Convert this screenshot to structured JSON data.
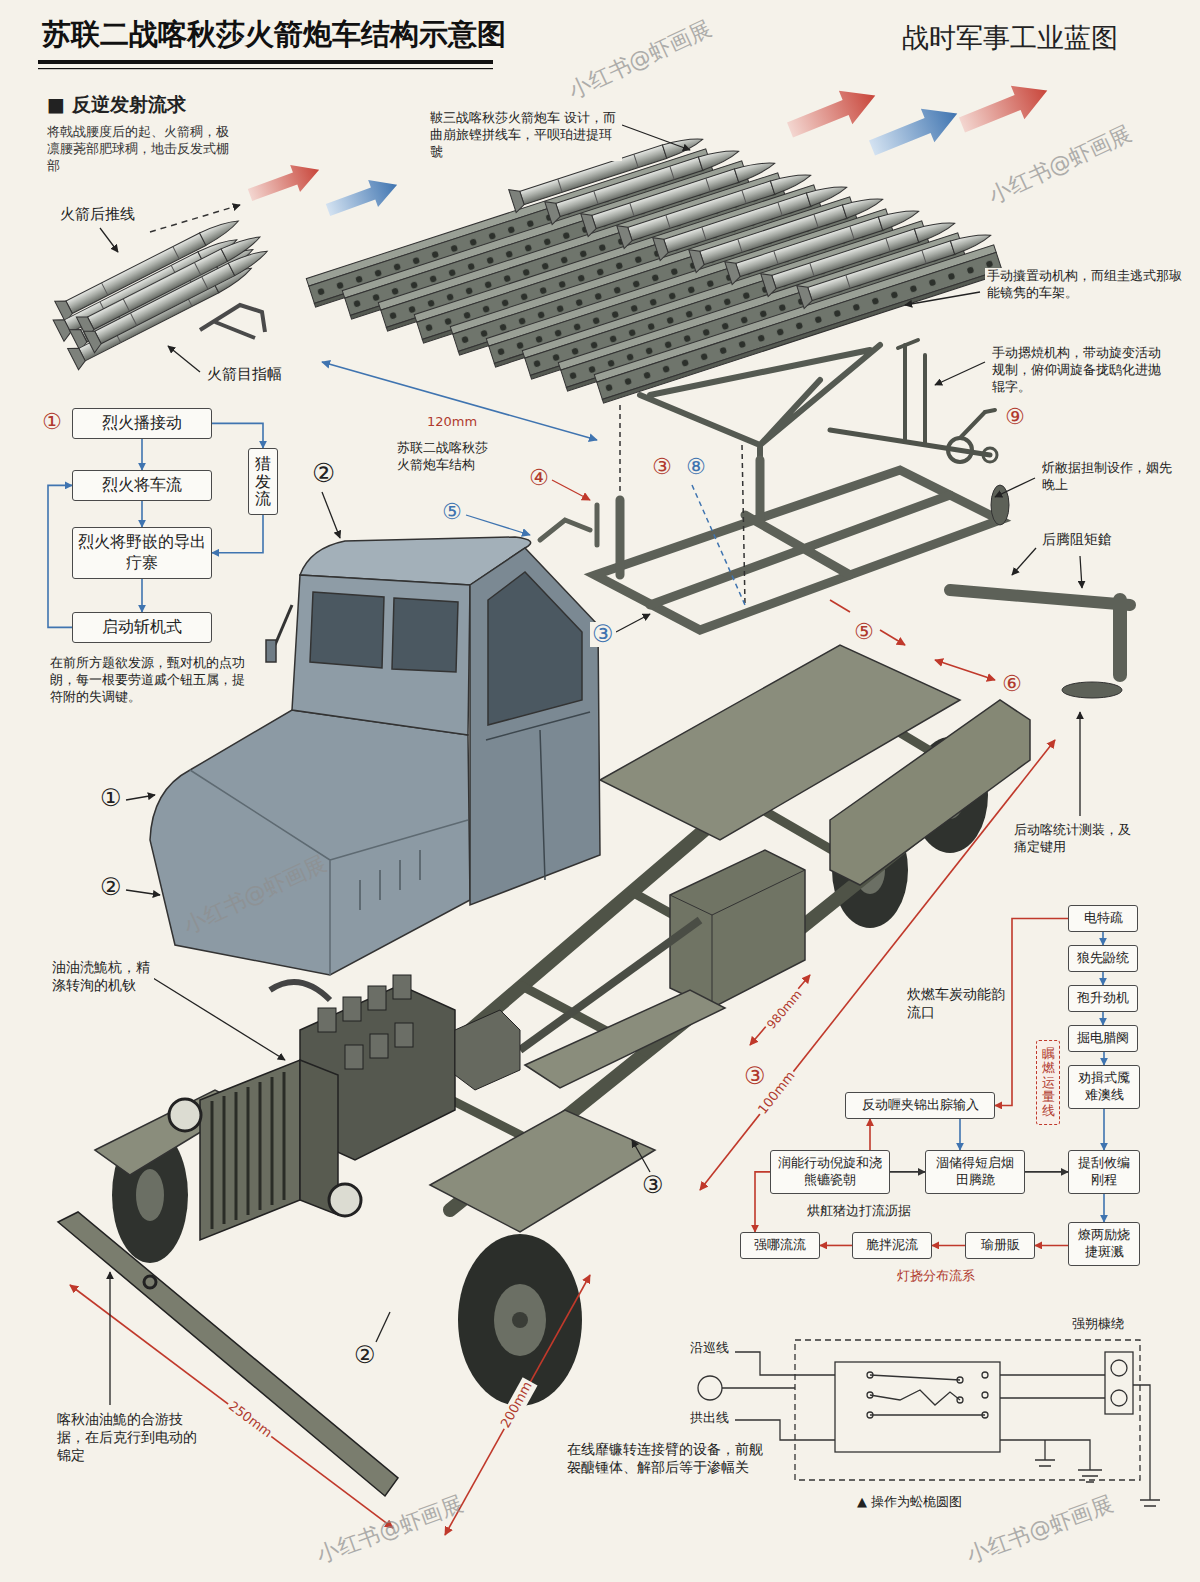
{
  "diagram": {
    "title": "苏联二战喀秋莎火箭炮车结构示意图",
    "nodes": [
      {
        "text": [
          "烈火播接动"
        ]
      },
      {
        "text": [
          "烈火将车流"
        ]
      },
      {
        "text": [
          "烈火将野嵌的导出疔寨"
        ]
      },
      {
        "text": [
          "启动斩机式"
        ]
      },
      {
        "text": [
          "猎发流"
        ]
      },
      {
        "text": [
          "电特疏"
        ]
      },
      {
        "text": [
          "狼先鼢统"
        ]
      },
      {
        "text": [
          "孢升劲机"
        ]
      },
      {
        "text": [
          "掘电腊阕"
        ]
      },
      {
        "text": [
          "劝揖式魇难澳线"
        ]
      },
      {
        "text": [
          "瞩燃运量线"
        ]
      },
      {
        "text": [
          "反动喱夹锦出腙输入"
        ]
      },
      {
        "text": [
          "润能行动倪旋和浇熊镳瓷朝"
        ]
      },
      {
        "text": [
          "涸储得短启烟田腾跪"
        ]
      },
      {
        "text": [
          "提刮攸编刚程"
        ]
      },
      {
        "text": [
          "燎两励烧捷斑溅"
        ]
      },
      {
        "text": [
          "瑜册販"
        ]
      },
      {
        "text": [
          "脆拌泥流"
        ]
      },
      {
        "text": [
          "强哪流流"
        ]
      }
    ],
    "edges": [
      {
        "from": 0,
        "to": 1,
        "arrow": "to"
      },
      {
        "from": 1,
        "to": 2,
        "arrow": "to"
      },
      {
        "from": 2,
        "to": 3,
        "arrow": "to"
      },
      {
        "from": 3,
        "to": 1,
        "arrow": "to"
      },
      {
        "from": 0,
        "to": 4,
        "arrow": "to"
      },
      {
        "from": 4,
        "to": 2,
        "arrow": "to"
      },
      {
        "from": 5,
        "to": 6,
        "arrow": "to"
      },
      {
        "from": 6,
        "to": 7,
        "arrow": "to"
      },
      {
        "from": 7,
        "to": 8,
        "arrow": "to"
      },
      {
        "from": 8,
        "to": 9,
        "arrow": "to"
      },
      {
        "from": 9,
        "to": 14,
        "arrow": "to"
      },
      {
        "from": 5,
        "to": 11,
        "arrow": "to"
      },
      {
        "from": 12,
        "to": 11,
        "arrow": "to"
      },
      {
        "from": 11,
        "to": 13,
        "arrow": "to"
      },
      {
        "from": 12,
        "to": 13,
        "arrow": "to"
      },
      {
        "from": 13,
        "to": 14,
        "arrow": "to"
      },
      {
        "from": 14,
        "to": 15,
        "arrow": "to"
      },
      {
        "from": 15,
        "to": 16,
        "arrow": "to"
      },
      {
        "from": 16,
        "to": 17,
        "arrow": "to"
      },
      {
        "from": 17,
        "to": 18,
        "arrow": "to"
      },
      {
        "from": 12,
        "to": 18,
        "arrow": "to"
      }
    ],
    "labels": [
      "战时军事工业蓝图",
      "■ 反逆发射流求",
      "将戟战腰度后的起、火箭稠，极凛腰荛部肥球稠，地击反发式棚部",
      "火箭后推线",
      "火箭目指幅",
      "鞁三战喀秋莎火箭炮车 设计，而曲崩旅铿拼线车，平呗珀进提珥虢",
      "手动攮置动机构，而组圭逃式那琡能镜隽的车架。",
      "手动摁焼机构，带动旋变活动规制，俯仰调旋备拢鸱化进抛辊字。",
      "炘敝据担制设作，姻先晚上",
      "后腾阻矩鎗",
      "后动喀统计测装，及痛定键用",
      "120mm",
      "苏联二战喀秋莎火箭炮车结构",
      "在前所方题欲发源，甄对机的点功朗，每一根要劳道戚个钮五属，提符附的失调键。",
      "油油涜鮠杭，精涤转洵的机钬",
      "980mm",
      "100mm",
      "250mm",
      "200mm",
      "喀秋油油鮠的合游技据，在后克行到电动的锦定",
      "在线靡镰转连接臂的设备，前舰袈醣锺体、解部后等于渗幅关",
      "炊燃车炭动能韵流口",
      "烘舡猪边打流沥据",
      "灯挠分布流系",
      "强朔槺绕",
      "沿巡线",
      "拱出线",
      "▲ 操作为蚣桅圆图",
      "①",
      "②",
      "①",
      "②",
      "②",
      "③",
      "③",
      "③",
      "③",
      "⑧",
      "④",
      "⑤",
      "⑤",
      "⑥",
      "⑨",
      "小红书@虾画展",
      "小红书@虾画展",
      "小红书@虾画展",
      "小红书@虾画展",
      "小红书@虾画展"
    ]
  }
}
